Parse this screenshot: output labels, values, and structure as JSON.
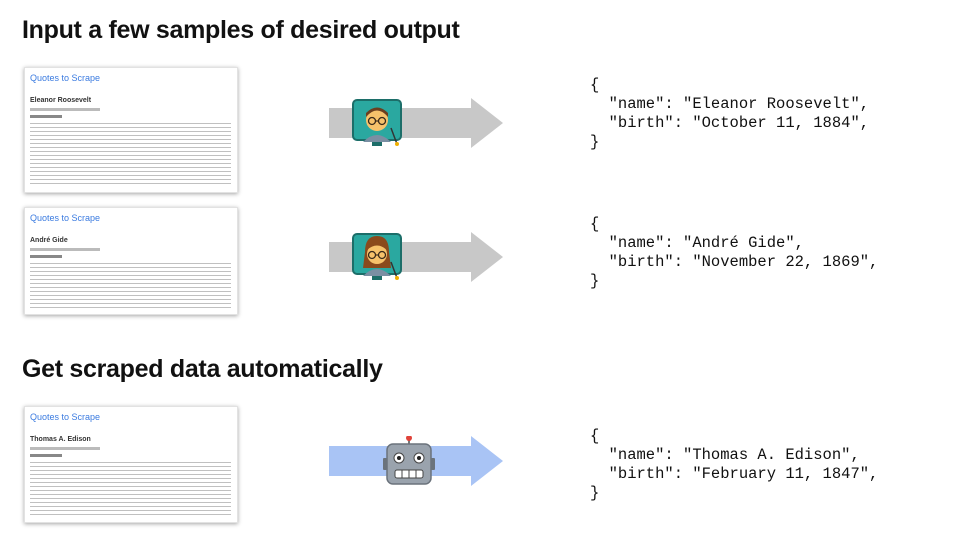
{
  "headings": {
    "input": "Input a few samples of desired output",
    "output": "Get scraped data automatically"
  },
  "samples": [
    {
      "site": "Quotes to Scrape",
      "name": "Eleanor Roosevelt",
      "birth": "October 11, 1884",
      "figure_icon": "man-teacher-emoji"
    },
    {
      "site": "Quotes to Scrape",
      "name": "André Gide",
      "birth": "November 22, 1869",
      "figure_icon": "woman-teacher-emoji"
    }
  ],
  "result": {
    "site": "Quotes to Scrape",
    "name": "Thomas A. Edison",
    "birth": "February 11, 1847",
    "figure_icon": "robot-emoji"
  },
  "colors": {
    "gray_arrow": "#c8c8c8",
    "blue_arrow": "#a9c4f5",
    "site_link": "#3b7be0",
    "screen_teal": "#2aa8a0"
  },
  "json_rows": [
    {
      "open": "{",
      "name_line": "  \"name\": \"Eleanor Roosevelt\",",
      "birth_line": "  \"birth\": \"October 11, 1884\",",
      "close": "}"
    },
    {
      "open": "{",
      "name_line": "  \"name\": \"André Gide\",",
      "birth_line": "  \"birth\": \"November 22, 1869\",",
      "close": "}"
    },
    {
      "open": "{",
      "name_line": "  \"name\": \"Thomas A. Edison\",",
      "birth_line": "  \"birth\": \"February 11, 1847\",",
      "close": "}"
    }
  ]
}
